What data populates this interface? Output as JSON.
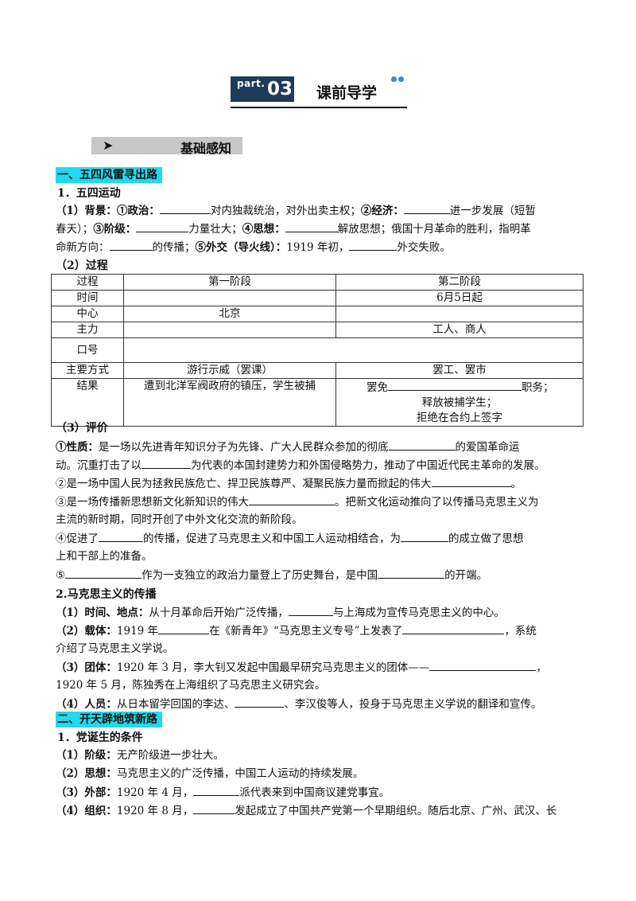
{
  "header": {
    "part": "part.",
    "number": "03",
    "title": "课前导学"
  },
  "subheader": {
    "arrow": "➤",
    "title": "基础感知"
  },
  "s1": {
    "title": "一、五四风雷寻出路",
    "h1": "1．五四运动",
    "bg_label": "（1）背景：",
    "bg_l1_a": "①政治：",
    "bg_l1_b": "对内独裁统治，对外出卖主权；",
    "bg_l1_c": "②经济：",
    "bg_l1_d": "进一步发展（短暂",
    "bg_l2_a": "春天）；",
    "bg_l2_b": "③阶级：",
    "bg_l2_c": "力量壮大；",
    "bg_l2_d": "④思想：",
    "bg_l2_e": "解放思想；俄国十月革命的胜利，指明革",
    "bg_l3_a": "命新方向：",
    "bg_l3_b": "的传播；",
    "bg_l3_c": "⑤外交（导火线）：",
    "bg_l3_d": "1919 年初，",
    "bg_l3_e": "外交失败。",
    "proc_label": "（2）过程",
    "table": {
      "h": [
        "过程",
        "第一阶段",
        "第二阶段"
      ],
      "r1": [
        "时间",
        "",
        "6月5日起"
      ],
      "r2": [
        "中心",
        "北京",
        ""
      ],
      "r3": [
        "主力",
        "",
        "工人、商人"
      ],
      "r4": [
        "口号",
        "",
        ""
      ],
      "r5": [
        "主要方式",
        "游行示威（罢课）",
        "罢工、罢市"
      ],
      "r6_label": "结果",
      "r6_first": "遭到北洋军阀政府的镇压，学生被捕",
      "r6_l1_a": "罢免",
      "r6_l1_b": "职务；",
      "r6_l2": "释放被捕学生；",
      "r6_l3": "拒绝在合约上签字"
    },
    "eval_label": "（3）评价",
    "e1_a": "①性质：",
    "e1_b": "是一场以先进青年知识分子为先锋、广大人民群众参加的彻底",
    "e1_c": "的爱国革命运",
    "e2_a": "动。沉重打击了以",
    "e2_b": "为代表的本国封建势力和外国侵略势力，推动了中国近代民主革命的发展。",
    "e3_a": "②是一场中国人民为拯救民族危亡、捍卫民族尊严、凝聚民族力量而掀起的伟大",
    "e3_b": "。",
    "e4_a": "③是一场传播新思想新文化新知识的伟大",
    "e4_b": "。把新文化运动推向了以传播马克思主义为",
    "e5": "主流的新时期，同时开创了中外文化交流的新阶段。",
    "e6_a": "④促进了",
    "e6_b": "的传播，促进了马克思主义和中国工人运动相结合，为",
    "e6_c": "的成立做了思想",
    "e7": "上和干部上的准备。",
    "e8_a": "⑤",
    "e8_b": "作为一支独立的政治力量登上了历史舞台，是中国",
    "e8_c": "的开端。",
    "h2": "2.马克思主义的传播",
    "m1_a": "（1）时间、地点：",
    "m1_b": "从十月革命后开始广泛传播，",
    "m1_c": "与上海成为宣传马克思主义的中心。",
    "m2_a": "（2）载体：",
    "m2_b": "1919 年",
    "m2_c": "在《新青年》“马克思主义专号”上发表了",
    "m2_d": "，系统",
    "m3": "介绍了马克思主义学说。",
    "m4_a": "（3）团体：",
    "m4_b": "1920 年 3 月，李大钊又发起中国最早研究马克思主义的团体——",
    "m4_c": "，",
    "m5": "1920 年 5 月，陈独秀在上海组织了马克思主义研究会。",
    "m6_a": "（4）人员：",
    "m6_b": "从日本留学回国的李达、",
    "m6_c": "、李汉俊等人，投身于马克思主义学说的翻译和宣传。"
  },
  "s2": {
    "title": "二、开天辟地筑新路",
    "h1": "1．党诞生的条件",
    "c1_a": "（1）阶级：",
    "c1_b": "无产阶级进一步壮大。",
    "c2_a": "（2）思想：",
    "c2_b": "马克思主义的广泛传播，中国工人运动的持续发展。",
    "c3_a": "（3）外部：",
    "c3_b": "1920 年 4 月，",
    "c3_c": "派代表来到中国商议建党事宜。",
    "c4_a": "（4）组织：",
    "c4_b": "1920 年 8 月，",
    "c4_c": "发起成立了中国共产党第一个早期组织。随后北京、广州、武汉、长"
  }
}
